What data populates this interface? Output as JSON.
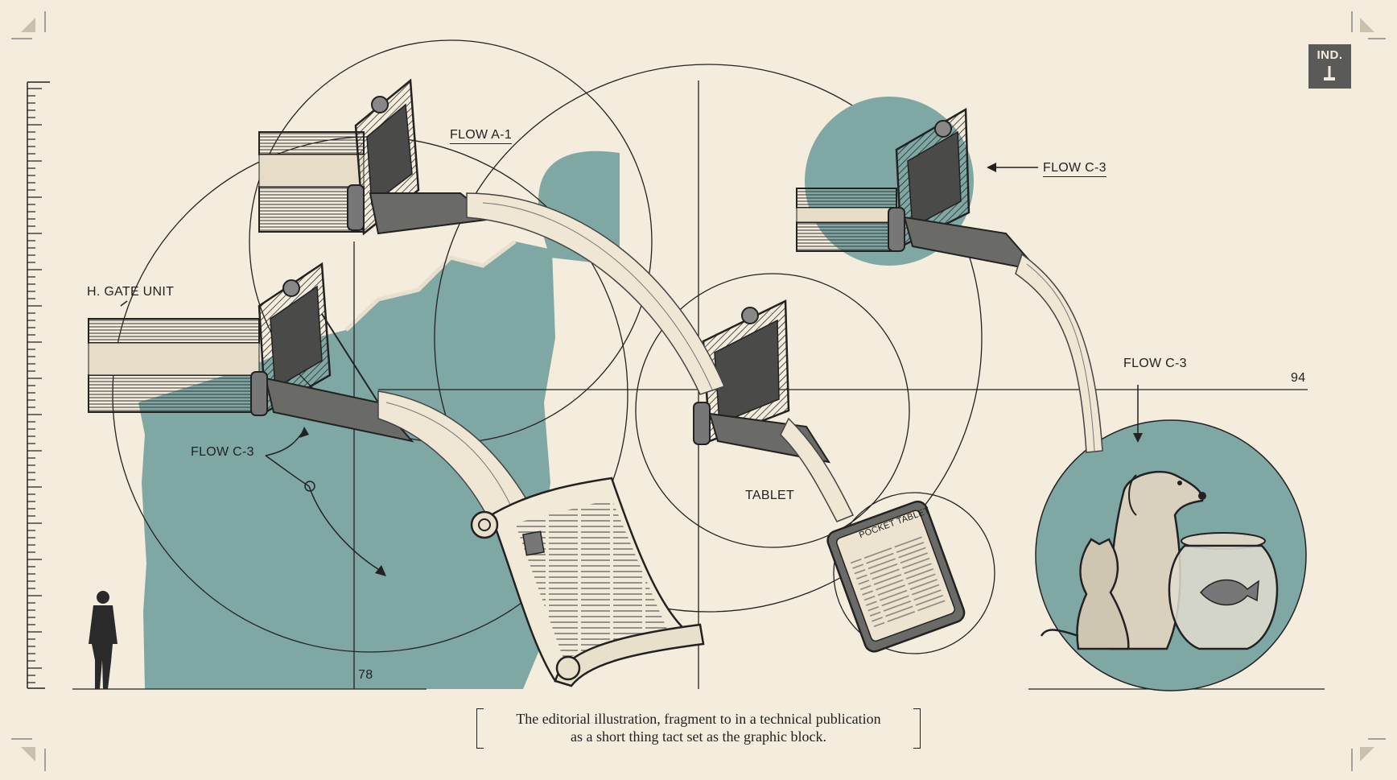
{
  "labels": {
    "flow_a1": "FLOW A-1",
    "flow_c3_top": "FLOW C-3",
    "gate_unit": "H. GATE UNIT",
    "flow_c3_mid": "FLOW C-3",
    "flow_c3_left": "FLOW C-3",
    "tablet": "TABLET",
    "pocket_tablet": "POCKET TABLET"
  },
  "numbers": {
    "n94": "94",
    "n78": "78"
  },
  "badge": {
    "text": "IND."
  },
  "caption": {
    "line1": "The editorial illustration, fragment to in a technical publication",
    "line2": "as a short thing tact set as the graphic block."
  },
  "colors": {
    "paper": "#f4ecdc",
    "teal": "#7fa8a4",
    "ink": "#222222",
    "badge": "#5a5a58"
  }
}
